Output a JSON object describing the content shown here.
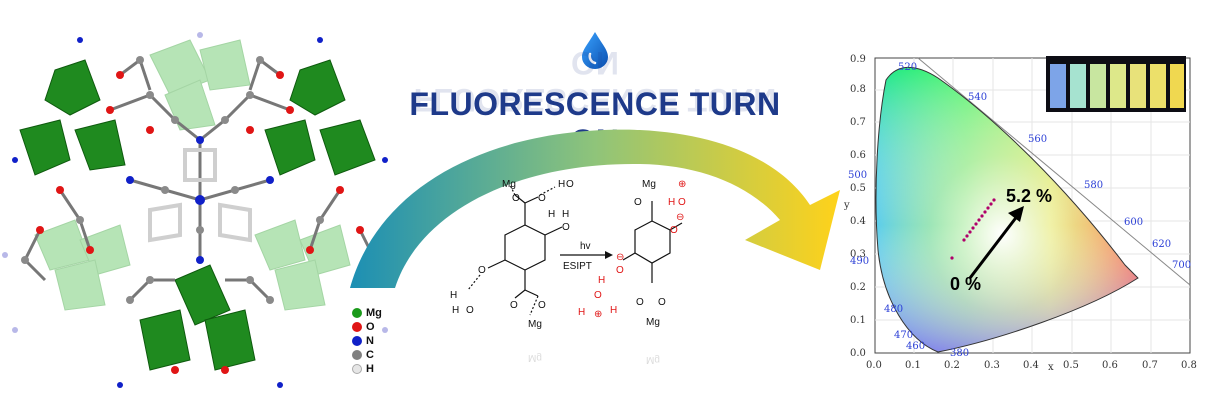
{
  "title": "FLUORESCENCE TURN ON",
  "legend": [
    {
      "label": "Mg",
      "color": "#1a9a1a"
    },
    {
      "label": "O",
      "color": "#e01515"
    },
    {
      "label": "N",
      "color": "#1020c8"
    },
    {
      "label": "C",
      "color": "#808080"
    },
    {
      "label": "H",
      "color": "#e6e6e6"
    }
  ],
  "scheme": {
    "atom_mg": "Mg",
    "atom_o": "O",
    "atom_h": "H",
    "arrow_top": "hv",
    "arrow_bottom": "ESIPT",
    "plus": "⊕",
    "minus": "⊖"
  },
  "cie": {
    "x_label": "x",
    "y_label": "y",
    "x_ticks": [
      "0.0",
      "0.1",
      "0.2",
      "0.3",
      "0.4",
      "0.5",
      "0.6",
      "0.7",
      "0.8"
    ],
    "y_ticks": [
      "0.0",
      "0.1",
      "0.2",
      "0.3",
      "0.4",
      "0.5",
      "0.6",
      "0.7",
      "0.8",
      "0.9"
    ],
    "wavelengths": [
      "520",
      "540",
      "560",
      "580",
      "600",
      "620",
      "700",
      "500",
      "490",
      "480",
      "470",
      "460",
      "380"
    ],
    "start_label": "0 %",
    "end_label": "5.2 %",
    "colors": {
      "accent": "#b0006a"
    }
  }
}
